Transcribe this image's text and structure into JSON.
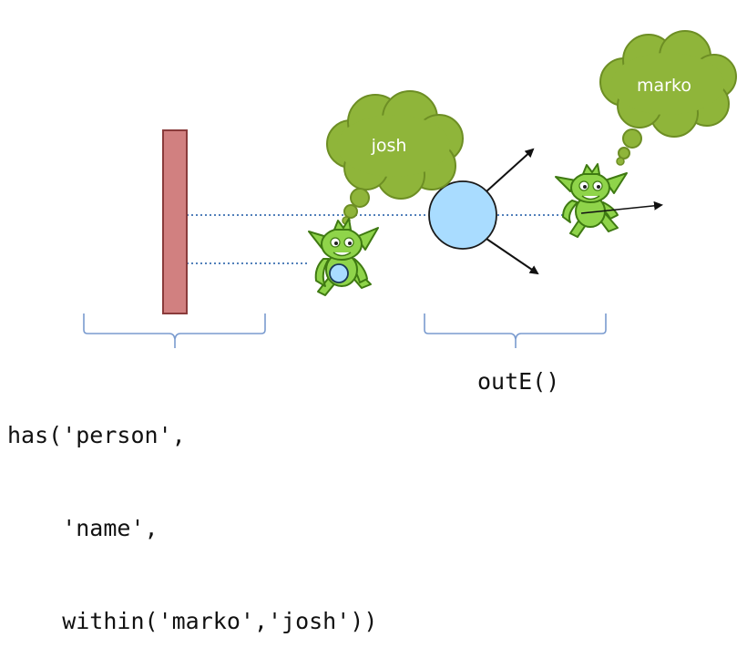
{
  "thoughts": {
    "josh": "josh",
    "marko": "marko"
  },
  "code": {
    "has_lines": [
      "has('person',",
      "    'name',",
      "    within('marko','josh'))"
    ],
    "oute": "outE()"
  },
  "icons": [
    "filter-bar",
    "traverser-goblin",
    "vertex-circle",
    "edge-arrow",
    "thought-bubble",
    "brace"
  ],
  "colors": {
    "filter_bar_fill": "#d18080",
    "filter_bar_stroke": "#8a3b3b",
    "vertex_fill": "#a9dcff",
    "vertex_stroke": "#1a1a1a",
    "cloud_fill": "#8fb53a",
    "cloud_stroke": "#6d8e24",
    "goblin_fill": "#8fd44a",
    "goblin_stroke": "#3f7a12",
    "dotted_line": "#3a6fb0",
    "brace": "#7a9bcf"
  }
}
